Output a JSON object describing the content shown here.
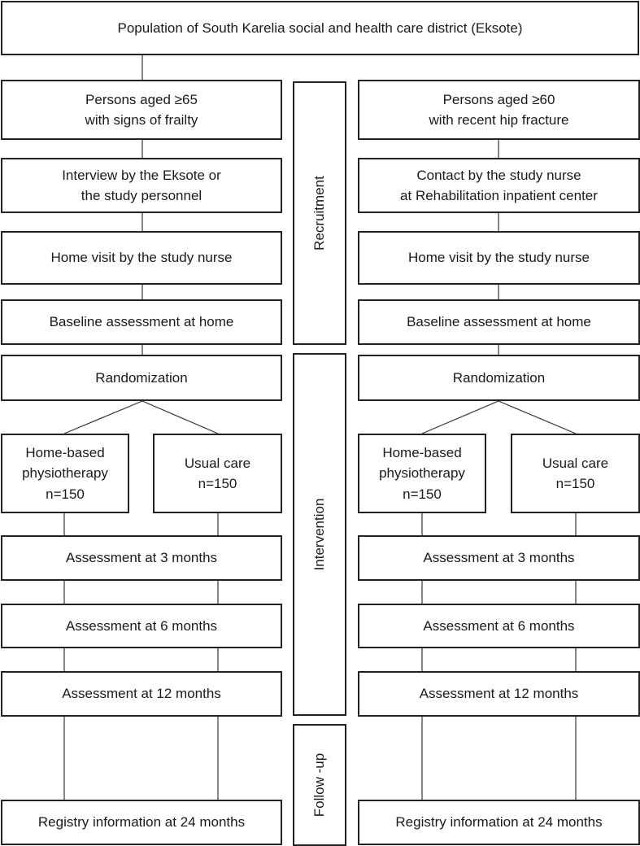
{
  "title": "Population of South Karelia social and health care district (Eksote)",
  "phases": {
    "recruitment": "Recruitment",
    "intervention": "Intervention",
    "followup": "Follow -up"
  },
  "left": {
    "population": "Persons aged ≥65\nwith signs of frailty",
    "contact": "Interview by the Eksote or\nthe study personnel",
    "home_visit": "Home visit by the study nurse",
    "baseline": "Baseline assessment at home",
    "randomization": "Randomization",
    "arm_a": "Home-based\nphysiotherapy\nn=150",
    "arm_b": "Usual care\nn=150",
    "assess_3": "Assessment at 3 months",
    "assess_6": "Assessment at 6 months",
    "assess_12": "Assessment at 12 months",
    "registry_24": "Registry information at 24 months"
  },
  "right": {
    "population": "Persons aged ≥60\nwith recent hip fracture",
    "contact": "Contact by the study nurse\nat Rehabilitation inpatient center",
    "home_visit": "Home visit by the study nurse",
    "baseline": "Baseline assessment at home",
    "randomization": "Randomization",
    "arm_a": "Home-based\nphysiotherapy\nn=150",
    "arm_b": "Usual care\nn=150",
    "assess_3": "Assessment at 3 months",
    "assess_6": "Assessment at 6 months",
    "assess_12": "Assessment at 12 months",
    "registry_24": "Registry information at 24 months"
  }
}
